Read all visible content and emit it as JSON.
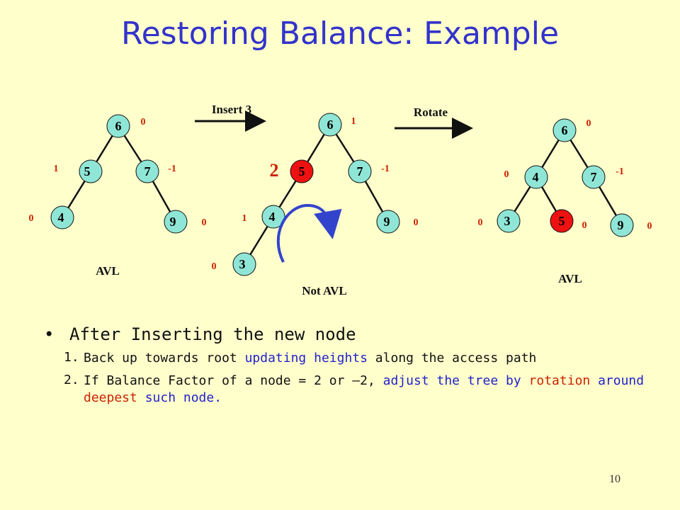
{
  "title": "Restoring Balance: Example",
  "arrows": {
    "insert_label": "Insert 3",
    "rotate_label": "Rotate"
  },
  "trees": [
    {
      "caption": "AVL",
      "nodes": [
        {
          "key": "6",
          "bf": "0",
          "color": "#8fe6d6"
        },
        {
          "key": "5",
          "bf": "1",
          "color": "#8fe6d6"
        },
        {
          "key": "7",
          "bf": "-1",
          "color": "#8fe6d6"
        },
        {
          "key": "4",
          "bf": "0",
          "color": "#8fe6d6"
        },
        {
          "key": "9",
          "bf": "0",
          "color": "#8fe6d6"
        }
      ]
    },
    {
      "caption": "Not AVL",
      "imbalance_label": "2",
      "nodes": [
        {
          "key": "6",
          "bf": "1",
          "color": "#8fe6d6"
        },
        {
          "key": "5",
          "bf": "2",
          "color": "#ee1111"
        },
        {
          "key": "7",
          "bf": "-1",
          "color": "#8fe6d6"
        },
        {
          "key": "4",
          "bf": "1",
          "color": "#8fe6d6"
        },
        {
          "key": "9",
          "bf": "0",
          "color": "#8fe6d6"
        },
        {
          "key": "3",
          "bf": "0",
          "color": "#8fe6d6"
        }
      ]
    },
    {
      "caption": "AVL",
      "nodes": [
        {
          "key": "6",
          "bf": "0",
          "color": "#8fe6d6"
        },
        {
          "key": "4",
          "bf": "0",
          "color": "#8fe6d6"
        },
        {
          "key": "7",
          "bf": "-1",
          "color": "#8fe6d6"
        },
        {
          "key": "3",
          "bf": "0",
          "color": "#8fe6d6"
        },
        {
          "key": "5",
          "bf": "0",
          "color": "#ee1111"
        },
        {
          "key": "9",
          "bf": "0",
          "color": "#8fe6d6"
        }
      ]
    }
  ],
  "bullets": {
    "main": "After Inserting the new node",
    "items": [
      {
        "num": "1.",
        "parts": [
          {
            "text": "Back up towards root ",
            "color": "default"
          },
          {
            "text": "updating heights",
            "color": "blue"
          },
          {
            "text": " along the access path",
            "color": "default"
          }
        ]
      },
      {
        "num": "2.",
        "parts": [
          {
            "text": "If Balance Factor of a node = 2 or –2, ",
            "color": "default"
          },
          {
            "text": "adjust the tree by ",
            "color": "blue"
          },
          {
            "text": "rotation",
            "color": "red"
          },
          {
            "text": " around ",
            "color": "blue"
          },
          {
            "text": "deepest",
            "color": "red"
          },
          {
            "text": " such node.",
            "color": "blue"
          }
        ]
      }
    ]
  },
  "page_number": "10",
  "colors": {
    "title": "#3333cc",
    "node_normal": "#8fe6d6",
    "node_highlight": "#ee1111",
    "bf_label": "#cc2200",
    "rotation_arrow": "#3344cc"
  }
}
